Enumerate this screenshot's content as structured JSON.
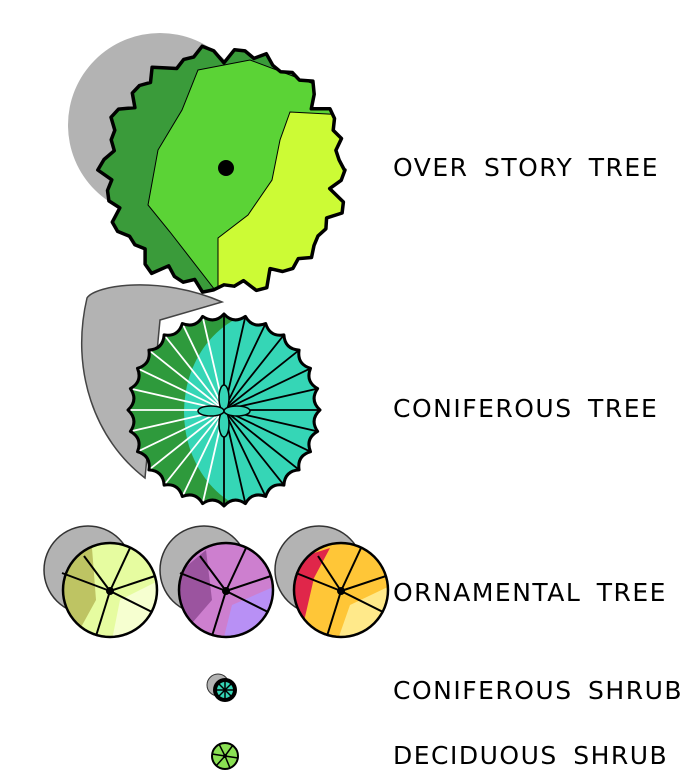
{
  "legend": {
    "items": [
      {
        "key": "over_story",
        "label": "OVER STORY TREE"
      },
      {
        "key": "coniferous_tree",
        "label": "CONIFEROUS TREE"
      },
      {
        "key": "ornamental",
        "label": "ORNAMENTAL TREE"
      },
      {
        "key": "coniferous_shrub",
        "label": "CONIFEROUS SHRUB"
      },
      {
        "key": "deciduous_shrub",
        "label": "DECIDUOUS SHRUB"
      }
    ]
  },
  "colors": {
    "shadow": "#b3b3b3",
    "over_story_dark": "#3a9b3a",
    "over_story_mid": "#5bd336",
    "over_story_light": "#ccfb35",
    "conifer_dark": "#2e9a3c",
    "conifer_light": "#35d6b6",
    "ornamental_yellow": "#e6fca0",
    "ornamental_purple": "#cd7fcf",
    "ornamental_orange": "#ffc637",
    "deciduous_shrub": "#8ae053"
  }
}
